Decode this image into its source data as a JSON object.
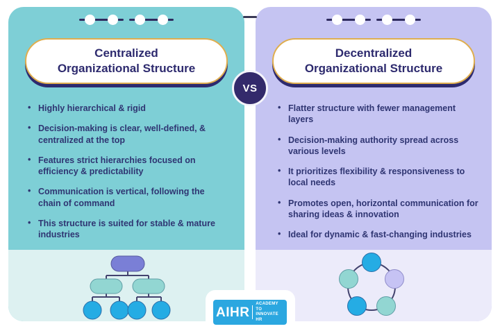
{
  "vs_badge": {
    "label": "VS"
  },
  "left_card": {
    "title_lines": [
      "Centralized",
      "Organizational Structure"
    ],
    "bullets": [
      "Highly hierarchical & rigid",
      "Decision-making is clear, well-defined, & centralized at the top",
      "Features strict hierarchies focused on efficiency & predictability",
      "Communication is vertical, following the chain of command",
      "This structure is suited for stable & mature industries"
    ],
    "theme_color": "#7ecfd6",
    "panel_color": "#ddf1f1"
  },
  "right_card": {
    "title_lines": [
      "Decentralized",
      "Organizational Structure"
    ],
    "bullets": [
      "Flatter structure with fewer management layers",
      "Decision-making authority spread across various levels",
      "It prioritizes flexibility & responsiveness to local needs",
      "Promotes open, horizontal communication for sharing ideas & innovation",
      "Ideal for dynamic & fast-changing industries"
    ],
    "theme_color": "#c5c4f2",
    "panel_color": "#ecebfa"
  },
  "logo": {
    "brand": "AIHR",
    "tagline_line1": "ACADEMY TO",
    "tagline_line2": "INNOVATE HR",
    "background": "#2ba7e0"
  },
  "colors": {
    "text_navy": "#2d2a6e",
    "gold_border": "#dfae4f",
    "vs_circle": "#332a6b",
    "node_blue": "#25ace4",
    "node_teal": "#92d6d2",
    "node_purple": "#7a7fd6",
    "node_lavender": "#c6c3f4",
    "line": "#43436e"
  },
  "diagrams": {
    "left": {
      "type": "hierarchy-tree",
      "levels": [
        1,
        2,
        4
      ]
    },
    "right": {
      "type": "circular-network",
      "nodes": 5
    }
  }
}
